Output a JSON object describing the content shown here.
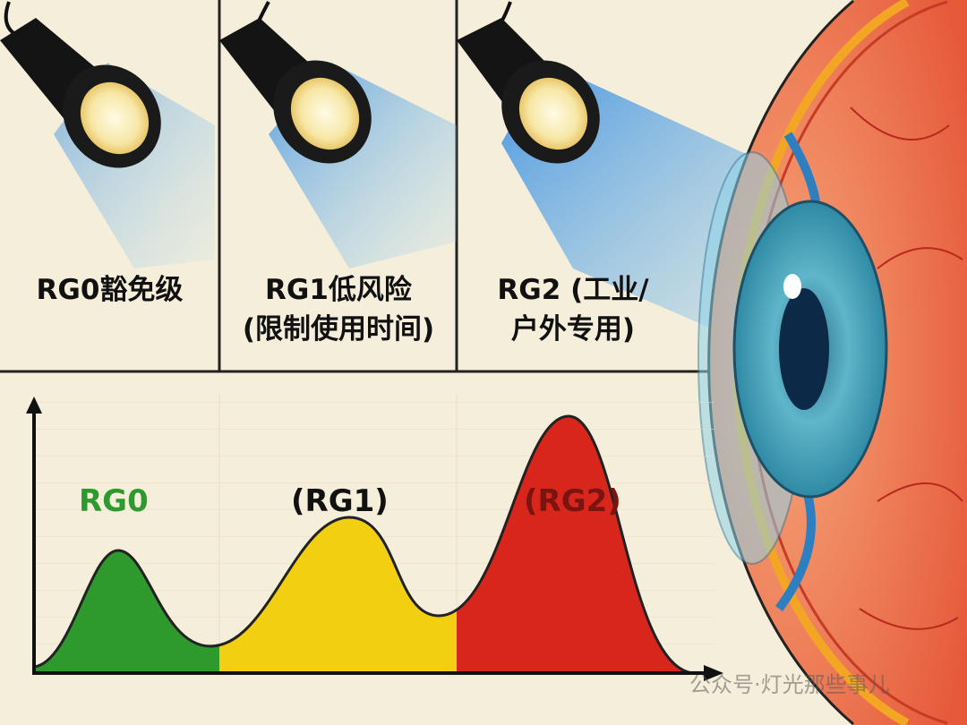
{
  "panels": [
    {
      "label_line1": "RG0豁免级",
      "label_line2": ""
    },
    {
      "label_line1": "RG1低风险",
      "label_line2": "(限制使用时间)"
    },
    {
      "label_line1": "RG2 (工业/",
      "label_line2": "户外专用)"
    }
  ],
  "chart": {
    "peak_labels": [
      "RG0",
      "(RG1)",
      "(RG2)"
    ],
    "colors": {
      "rg0": "#2e9a2e",
      "rg1": "#f3cf12",
      "rg2": "#d9261c"
    }
  },
  "watermark": "公众号·灯光那些事儿"
}
